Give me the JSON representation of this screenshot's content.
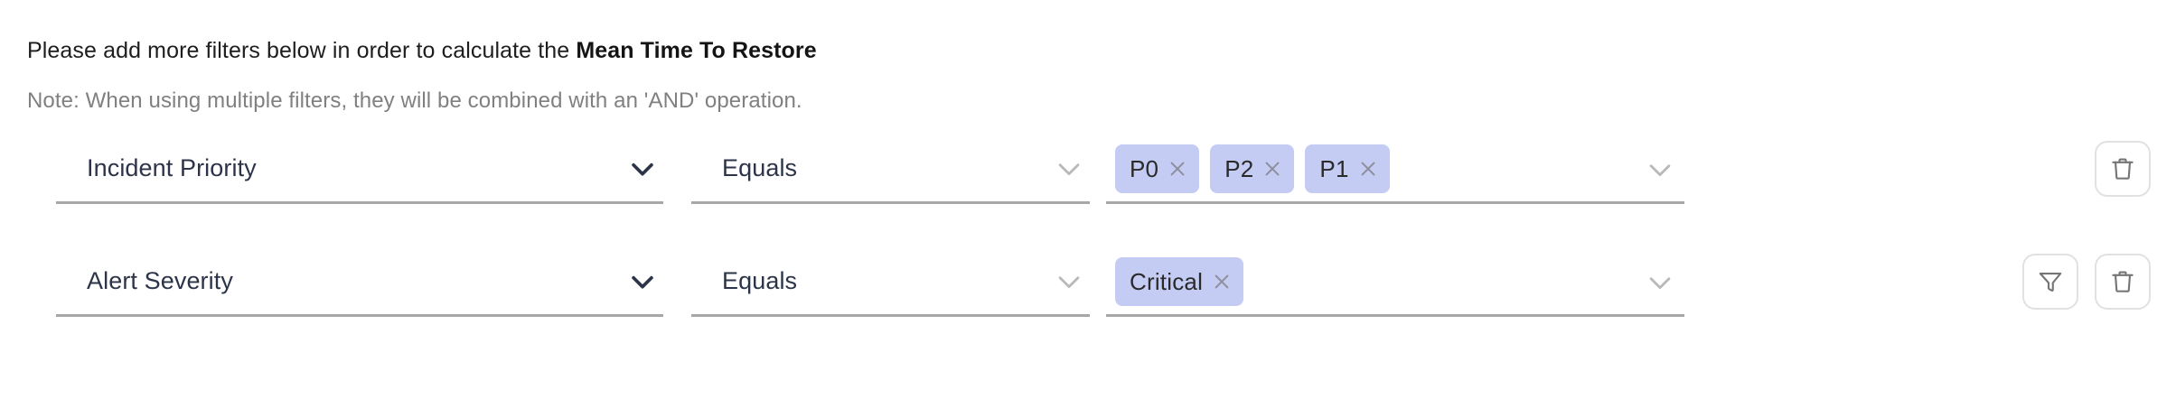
{
  "header": {
    "instruction_prefix": "Please add more filters below in order to calculate the ",
    "metric_name": "Mean Time To Restore",
    "note": "Note: When using multiple filters, they will be combined with an 'AND' operation."
  },
  "colors": {
    "chip_background": "#c4ccf4",
    "field_text": "#2c3449",
    "underline": "#a7a7a7",
    "note_text": "#808080",
    "button_border": "#e1e1e1",
    "icon_stroke": "#757575"
  },
  "filters": [
    {
      "attribute": "Incident Priority",
      "attribute_chevron": "chevron-down-icon",
      "operator": "Equals",
      "operator_chevron": "chevron-down-icon",
      "values": [
        "P0",
        "P2",
        "P1"
      ],
      "values_chevron": "chevron-down-icon",
      "actions": [
        {
          "icon": "trash-icon",
          "name": "delete-filter-button"
        }
      ]
    },
    {
      "attribute": "Alert Severity",
      "attribute_chevron": "chevron-down-icon",
      "operator": "Equals",
      "operator_chevron": "chevron-down-icon",
      "values": [
        "Critical"
      ],
      "values_chevron": "chevron-down-icon",
      "actions": [
        {
          "icon": "funnel-icon",
          "name": "add-filter-button"
        },
        {
          "icon": "trash-icon",
          "name": "delete-filter-button"
        }
      ]
    }
  ]
}
